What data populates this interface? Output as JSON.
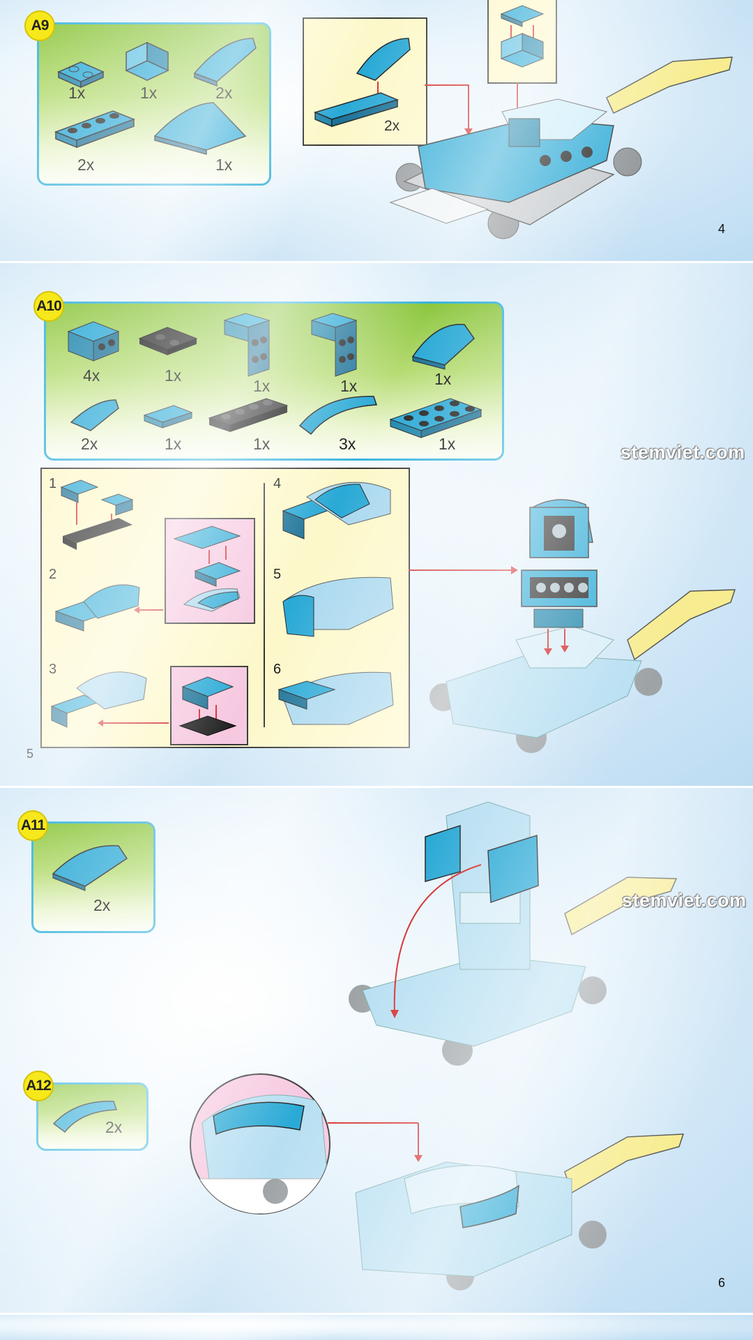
{
  "pages": [
    {
      "step_id": "A9",
      "page_number": "4",
      "parts": [
        {
          "name": "plate-with-clips",
          "qty": "1x"
        },
        {
          "name": "bracket-plate",
          "qty": "1x"
        },
        {
          "name": "curved-slope",
          "qty": "2x"
        },
        {
          "name": "plate-1x4",
          "qty": "2x"
        },
        {
          "name": "large-wedge",
          "qty": "1x"
        }
      ],
      "callout_qty": "2x"
    },
    {
      "step_id": "A10",
      "page_number": "5",
      "parts": [
        {
          "name": "bracket-2x2",
          "qty": "4x"
        },
        {
          "name": "black-plate-2x2",
          "qty": "1x"
        },
        {
          "name": "brick-bracket",
          "qty": "1x"
        },
        {
          "name": "brick-bracket-grille",
          "qty": "1x"
        },
        {
          "name": "curved-wedge",
          "qty": "1x"
        },
        {
          "name": "slope-small",
          "qty": "2x"
        },
        {
          "name": "tile-1x2",
          "qty": "1x"
        },
        {
          "name": "black-plate-1x4",
          "qty": "1x"
        },
        {
          "name": "arch-curve",
          "qty": "3x"
        },
        {
          "name": "plate-2x4",
          "qty": "1x"
        }
      ],
      "substeps": [
        "1",
        "2",
        "3",
        "4",
        "5",
        "6"
      ]
    },
    {
      "step_id": "A11",
      "parts": [
        {
          "name": "curved-slope",
          "qty": "2x"
        }
      ]
    },
    {
      "step_id": "A12",
      "page_number": "6",
      "parts": [
        {
          "name": "arch-curve",
          "qty": "2x"
        }
      ]
    }
  ],
  "watermark": "stemviet.com",
  "colors": {
    "brick_blue": "#29a9d6",
    "brick_light": "#a9d8ef",
    "brick_yellow": "#f7ec8f",
    "brick_gray": "#8f9396",
    "arrow_red": "#d42a2a",
    "parts_border": "#38b4dc",
    "badge_yellow": "#f7e81b"
  }
}
